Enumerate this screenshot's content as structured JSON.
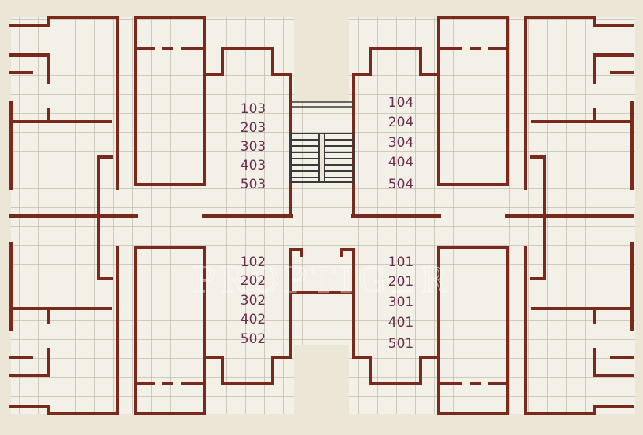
{
  "colors": {
    "background": "#ece6d6",
    "tile": "#f3f0e8",
    "grout": "#b9b4a6",
    "wall": "#7a2a1c",
    "label": "#6b2d4f"
  },
  "units": {
    "top_left": [
      "103",
      "203",
      "303",
      "403",
      "503"
    ],
    "top_right": [
      "104",
      "204",
      "304",
      "404",
      "504"
    ],
    "bottom_left": [
      "102",
      "202",
      "302",
      "402",
      "502"
    ],
    "bottom_right": [
      "101",
      "201",
      "301",
      "401",
      "501"
    ]
  },
  "watermark": "PROPTIGER"
}
